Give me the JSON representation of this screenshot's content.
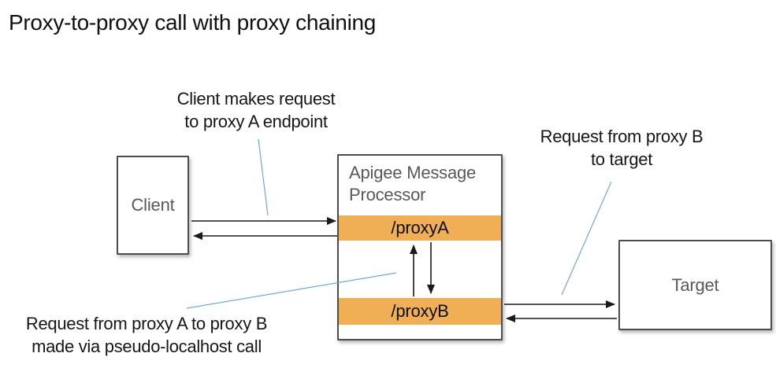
{
  "title": "Proxy-to-proxy call with proxy chaining",
  "nodes": {
    "client": {
      "label": "Client"
    },
    "processor": {
      "label": "Apigee Message Processor"
    },
    "proxy_a": {
      "label": "/proxyA"
    },
    "proxy_b": {
      "label": "/proxyB"
    },
    "target": {
      "label": "Target"
    }
  },
  "annotations": {
    "client_request": {
      "line1": "Client makes request",
      "line2": "to proxy A endpoint"
    },
    "target_request": {
      "line1": "Request from proxy B",
      "line2": "to target"
    },
    "chain_request": {
      "line1": "Request from proxy A to proxy B",
      "line2": "made via pseudo-localhost call"
    }
  },
  "colors": {
    "proxy_bar": "#F0AF55",
    "callout_line": "#6FA8DC",
    "box_border": "#4D4D4D",
    "box_text": "#595959",
    "arrow": "#1A1A1A",
    "title_text": "#111111"
  }
}
